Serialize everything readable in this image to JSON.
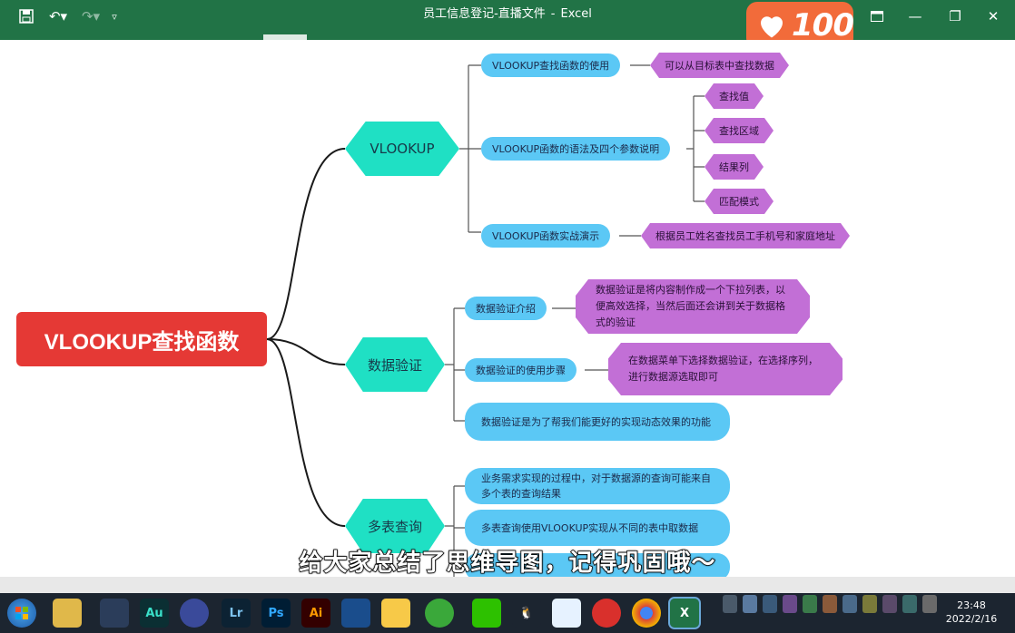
{
  "window": {
    "title_file": "员工信息登记-直播文件",
    "title_sep": "-",
    "title_app": "Excel"
  },
  "like_count": "100",
  "mindmap": {
    "root": "VLOOKUP查找函数",
    "branches": [
      {
        "label": "VLOOKUP",
        "children": [
          {
            "label": "VLOOKUP查找函数的使用",
            "detail": "可以从目标表中查找数据"
          },
          {
            "label": "VLOOKUP函数的语法及四个参数说明",
            "params": [
              "查找值",
              "查找区域",
              "结果列",
              "匹配模式"
            ]
          },
          {
            "label": "VLOOKUP函数实战演示",
            "detail": "根据员工姓名查找员工手机号和家庭地址"
          }
        ]
      },
      {
        "label": "数据验证",
        "children": [
          {
            "label": "数据验证介绍",
            "detail": "数据验证是将内容制作成一个下拉列表，以便高效选择，当然后面还会讲到关于数据格式的验证"
          },
          {
            "label": "数据验证的使用步骤",
            "detail": "在数据菜单下选择数据验证，在选择序列，进行数据源选取即可"
          },
          {
            "label": "数据验证是为了帮我们能更好的实现动态效果的功能"
          }
        ]
      },
      {
        "label": "多表查询",
        "children": [
          {
            "label": "业务需求实现的过程中，对于数据源的查询可能来自多个表的查询结果"
          },
          {
            "label": "多表查询使用VLOOKUP实现从不同的表中取数据"
          }
        ]
      }
    ]
  },
  "subtitle": "给大家总结了思维导图，记得巩固哦～",
  "taskbar": {
    "apps": [
      "Au",
      "Lr",
      "Ps",
      "Ai",
      "X"
    ],
    "time": "23:48",
    "date": "2022/2/16"
  },
  "colors": {
    "excel_green": "#217346",
    "root": "#e53935",
    "diamond": "#1fe0c4",
    "pill": "#5bc8f5",
    "detail": "#c26fd6"
  }
}
